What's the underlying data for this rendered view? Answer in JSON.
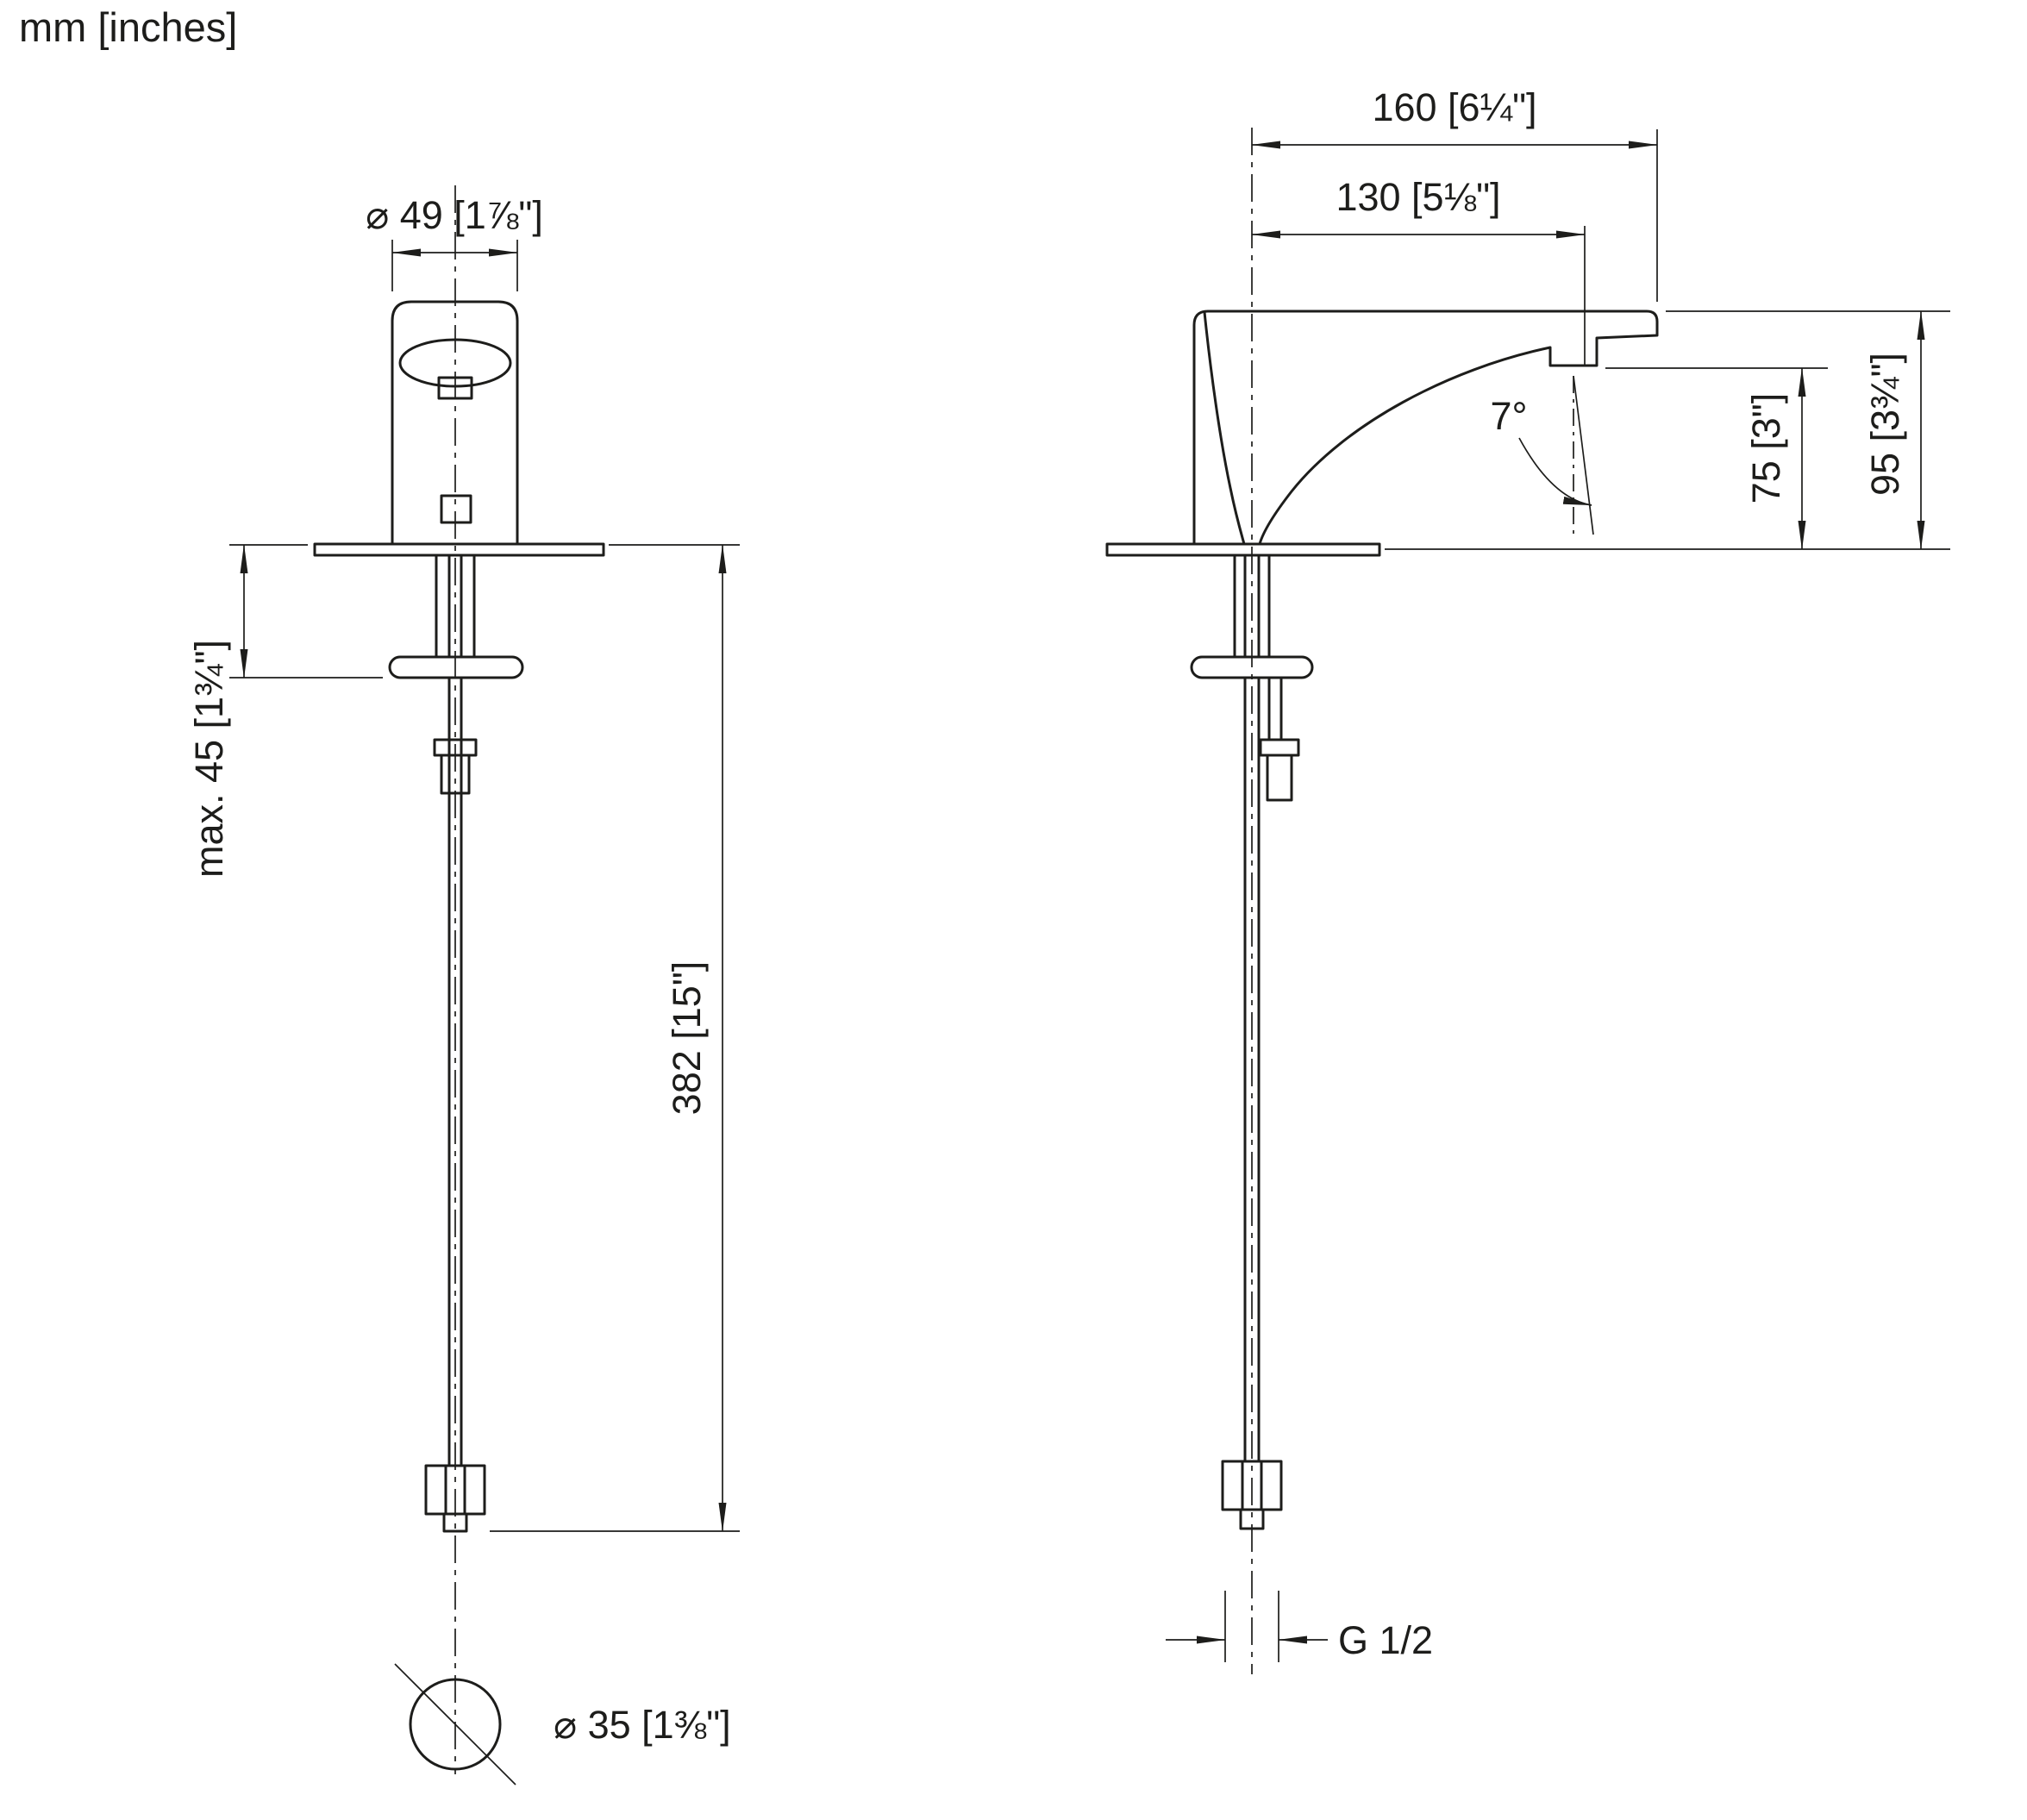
{
  "units_label": "mm [inches]",
  "colors": {
    "ink": "#1d1d1b",
    "background": "#ffffff"
  },
  "front_view": {
    "dim_spout_diameter": "⌀ 49 [1⅞\"]",
    "dim_max_mounting_thickness": "max. 45 [1¾\"]",
    "dim_hose_length": "382 [15\"]",
    "dim_hole_diameter": "⌀ 35 [1⅜\"]"
  },
  "side_view": {
    "dim_total_projection": "160 [6¼\"]",
    "dim_outlet_projection": "130 [5⅛\"]",
    "dim_spray_angle": "7°",
    "dim_outlet_height": "75 [3\"]",
    "dim_body_height": "95 [3¾\"]",
    "dim_connection_thread": "G 1/2"
  }
}
